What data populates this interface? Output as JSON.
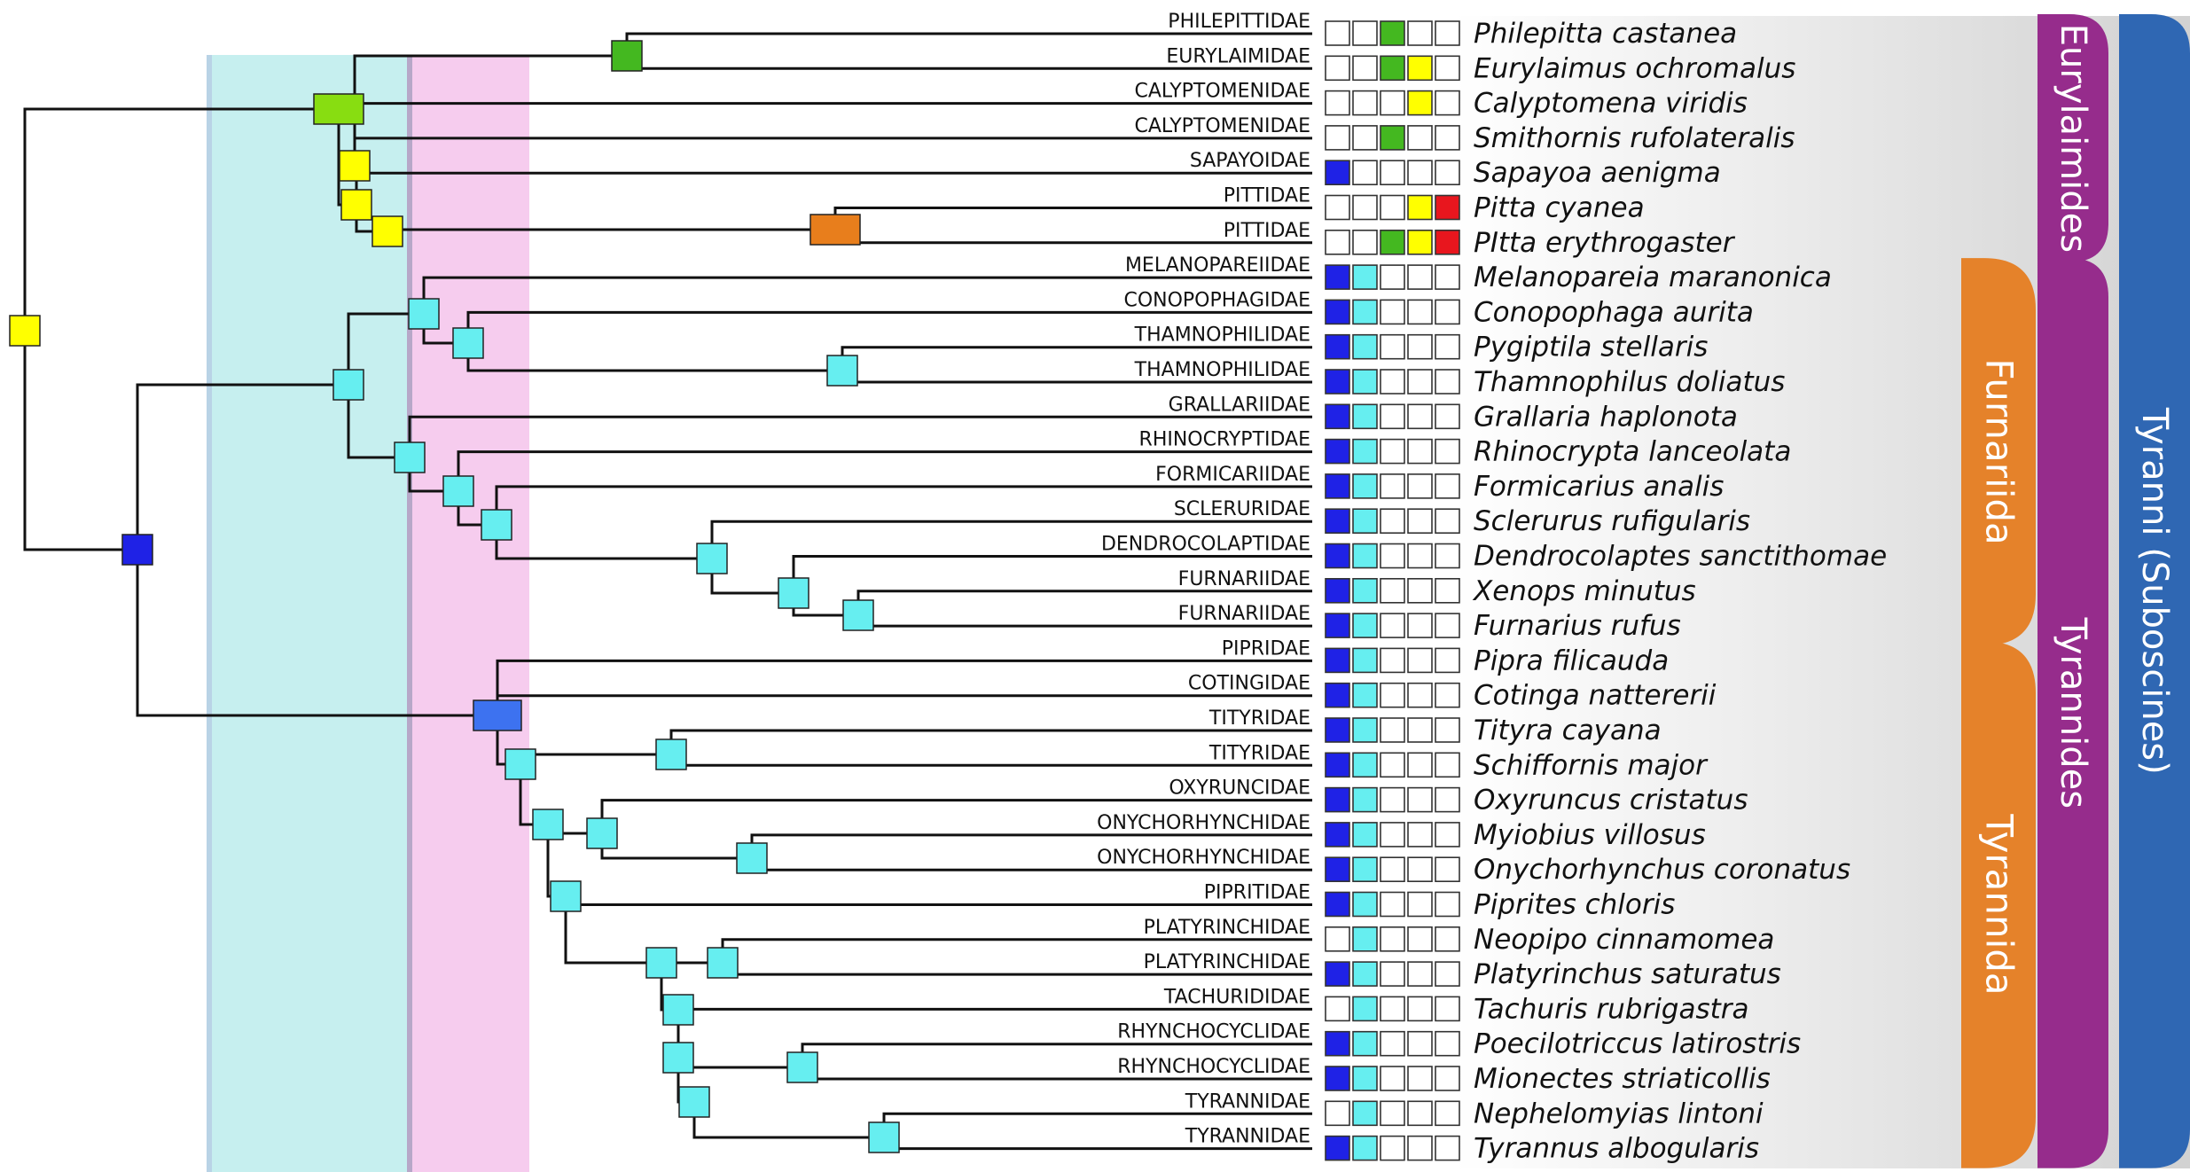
{
  "colors": {
    "yellow": "#ffff00",
    "green": "#44b820",
    "lime": "#88dd11",
    "orange": "#e87e1c",
    "blue": "#1f22e6",
    "medblue": "#3d72f0",
    "cyan": "#66eef0",
    "red": "#e8161e",
    "band_cyan": "#c6efef",
    "band_pink": "#f6ccee",
    "purple": "#962c8c",
    "clade_orange": "#e5822a",
    "dark_blue": "#2f67b3"
  },
  "taxa": [
    {
      "family": "PHILEPITTIDAE",
      "species": "Philepitta castanea",
      "states": [
        "",
        "",
        "green",
        "",
        ""
      ]
    },
    {
      "family": "EURYLAIMIDAE",
      "species": "Eurylaimus ochromalus",
      "states": [
        "",
        "",
        "green",
        "yellow",
        ""
      ]
    },
    {
      "family": "CALYPTOMENIDAE",
      "species": "Calyptomena viridis",
      "states": [
        "",
        "",
        "",
        "yellow",
        ""
      ]
    },
    {
      "family": "CALYPTOMENIDAE",
      "species": "Smithornis rufolateralis",
      "states": [
        "",
        "",
        "green",
        "",
        ""
      ]
    },
    {
      "family": "SAPAYOIDAE",
      "species": "Sapayoa aenigma",
      "states": [
        "blue",
        "",
        "",
        "",
        ""
      ]
    },
    {
      "family": "PITTIDAE",
      "species": "Pitta cyanea",
      "states": [
        "",
        "",
        "",
        "yellow",
        "red"
      ]
    },
    {
      "family": "PITTIDAE",
      "species": "PItta erythrogaster",
      "states": [
        "",
        "",
        "green",
        "yellow",
        "red"
      ]
    },
    {
      "family": "MELANOPAREIIDAE",
      "species": "Melanopareia maranonica",
      "states": [
        "blue",
        "cyan",
        "",
        "",
        ""
      ]
    },
    {
      "family": "CONOPOPHAGIDAE",
      "species": "Conopophaga aurita",
      "states": [
        "blue",
        "cyan",
        "",
        "",
        ""
      ]
    },
    {
      "family": "THAMNOPHILIDAE",
      "species": "Pygiptila stellaris",
      "states": [
        "blue",
        "cyan",
        "",
        "",
        ""
      ]
    },
    {
      "family": "THAMNOPHILIDAE",
      "species": "Thamnophilus doliatus",
      "states": [
        "blue",
        "cyan",
        "",
        "",
        ""
      ]
    },
    {
      "family": "GRALLARIIDAE",
      "species": "Grallaria haplonota",
      "states": [
        "blue",
        "cyan",
        "",
        "",
        ""
      ]
    },
    {
      "family": "RHINOCRYPTIDAE",
      "species": "Rhinocrypta lanceolata",
      "states": [
        "blue",
        "cyan",
        "",
        "",
        ""
      ]
    },
    {
      "family": "FORMICARIIDAE",
      "species": "Formicarius analis",
      "states": [
        "blue",
        "cyan",
        "",
        "",
        ""
      ]
    },
    {
      "family": "SCLERURIDAE",
      "species": "Sclerurus rufigularis",
      "states": [
        "blue",
        "cyan",
        "",
        "",
        ""
      ]
    },
    {
      "family": "DENDROCOLAPTIDAE",
      "species": "Dendrocolaptes sanctithomae",
      "states": [
        "blue",
        "cyan",
        "",
        "",
        ""
      ]
    },
    {
      "family": "FURNARIIDAE",
      "species": "Xenops minutus",
      "states": [
        "blue",
        "cyan",
        "",
        "",
        ""
      ]
    },
    {
      "family": "FURNARIIDAE",
      "species": "Furnarius rufus",
      "states": [
        "blue",
        "cyan",
        "",
        "",
        ""
      ]
    },
    {
      "family": "PIPRIDAE",
      "species": "Pipra filicauda",
      "states": [
        "blue",
        "cyan",
        "",
        "",
        ""
      ]
    },
    {
      "family": "COTINGIDAE",
      "species": "Cotinga nattererii",
      "states": [
        "blue",
        "cyan",
        "",
        "",
        ""
      ]
    },
    {
      "family": "TITYRIDAE",
      "species": "Tityra cayana",
      "states": [
        "blue",
        "cyan",
        "",
        "",
        ""
      ]
    },
    {
      "family": "TITYRIDAE",
      "species": "Schiffornis major",
      "states": [
        "blue",
        "cyan",
        "",
        "",
        ""
      ]
    },
    {
      "family": "OXYRUNCIDAE",
      "species": "Oxyruncus cristatus",
      "states": [
        "blue",
        "cyan",
        "",
        "",
        ""
      ]
    },
    {
      "family": "ONYCHORHYNCHIDAE",
      "species": "Myiobius villosus",
      "states": [
        "blue",
        "cyan",
        "",
        "",
        ""
      ]
    },
    {
      "family": "ONYCHORHYNCHIDAE",
      "species": "Onychorhynchus coronatus",
      "states": [
        "blue",
        "cyan",
        "",
        "",
        ""
      ]
    },
    {
      "family": "PIPRITIDAE",
      "species": "Piprites chloris",
      "states": [
        "blue",
        "cyan",
        "",
        "",
        ""
      ]
    },
    {
      "family": "PLATYRINCHIDAE",
      "species": "Neopipo cinnamomea",
      "states": [
        "",
        "cyan",
        "",
        "",
        ""
      ]
    },
    {
      "family": "PLATYRINCHIDAE",
      "species": "Platyrinchus saturatus",
      "states": [
        "blue",
        "cyan",
        "",
        "",
        ""
      ]
    },
    {
      "family": "TACHURIDIDAE",
      "species": "Tachuris rubrigastra",
      "states": [
        "",
        "cyan",
        "",
        "",
        ""
      ]
    },
    {
      "family": "RHYNCHOCYCLIDAE",
      "species": "Poecilotriccus latirostris",
      "states": [
        "blue",
        "cyan",
        "",
        "",
        ""
      ]
    },
    {
      "family": "RHYNCHOCYCLIDAE",
      "species": "Mionectes striaticollis",
      "states": [
        "blue",
        "cyan",
        "",
        "",
        ""
      ]
    },
    {
      "family": "TYRANNIDAE",
      "species": "Nephelomyias lintoni",
      "states": [
        "",
        "cyan",
        "",
        "",
        ""
      ]
    },
    {
      "family": "TYRANNIDAE",
      "species": "Tyrannus albogularis",
      "states": [
        "blue",
        "cyan",
        "",
        "",
        ""
      ]
    }
  ],
  "clades": [
    {
      "label": "Eurylaimides",
      "first": 0,
      "last": 6,
      "color": "purple",
      "level": 2
    },
    {
      "label": "Furnariida",
      "first": 7,
      "last": 17,
      "color": "clade_orange",
      "level": 1
    },
    {
      "label": "Tyrannida",
      "first": 18,
      "last": 32,
      "color": "clade_orange",
      "level": 1
    },
    {
      "label": "Tyrannides",
      "first": 7,
      "last": 32,
      "color": "purple",
      "level": 2
    },
    {
      "label": "Tyranni (Suboscines)",
      "first": 0,
      "last": 32,
      "color": "dark_blue",
      "level": 3
    }
  ],
  "tree": {
    "edges": [
      [
        "root",
        "A"
      ],
      [
        "root",
        "B"
      ],
      [
        "A",
        "C"
      ],
      [
        "A",
        "D"
      ],
      [
        "C",
        "E"
      ],
      [
        "C",
        2
      ],
      [
        "C",
        3
      ],
      [
        "E",
        0
      ],
      [
        "E",
        1
      ],
      [
        "D",
        "F"
      ],
      [
        "D",
        4
      ],
      [
        "F",
        "G"
      ],
      [
        "G",
        5
      ],
      [
        "G",
        6
      ],
      [
        "B",
        "H"
      ],
      [
        "B",
        "I"
      ],
      [
        "H",
        "J"
      ],
      [
        "H",
        "K"
      ],
      [
        "J",
        7
      ],
      [
        "J",
        "L"
      ],
      [
        "L",
        8
      ],
      [
        "L",
        "M"
      ],
      [
        "M",
        9
      ],
      [
        "M",
        10
      ],
      [
        "K",
        11
      ],
      [
        "K",
        "N"
      ],
      [
        "N",
        12
      ],
      [
        "N",
        "O"
      ],
      [
        "O",
        13
      ],
      [
        "O",
        "P"
      ],
      [
        "P",
        14
      ],
      [
        "P",
        "Q"
      ],
      [
        "Q",
        15
      ],
      [
        "Q",
        "R"
      ],
      [
        "R",
        16
      ],
      [
        "R",
        17
      ],
      [
        "I",
        18
      ],
      [
        "I",
        19
      ],
      [
        "I",
        "S"
      ],
      [
        "S",
        "T"
      ],
      [
        "S",
        "U"
      ],
      [
        "T",
        20
      ],
      [
        "T",
        21
      ],
      [
        "U",
        "V"
      ],
      [
        "U",
        "W"
      ],
      [
        "V",
        22
      ],
      [
        "V",
        "X"
      ],
      [
        "X",
        23
      ],
      [
        "X",
        24
      ],
      [
        "W",
        25
      ],
      [
        "W",
        "Y"
      ],
      [
        "Y",
        "Z"
      ],
      [
        "Y",
        "AA"
      ],
      [
        "Z",
        26
      ],
      [
        "Z",
        27
      ],
      [
        "AA",
        28
      ],
      [
        "AA",
        "AB"
      ],
      [
        "AB",
        "AC"
      ],
      [
        "AB",
        "AD"
      ],
      [
        "AC",
        29
      ],
      [
        "AC",
        30
      ],
      [
        "AD",
        "AE"
      ],
      [
        "AE",
        31
      ],
      [
        "AE",
        32
      ]
    ],
    "nodes": [
      {
        "id": "root",
        "state": "yellow"
      },
      {
        "id": "A",
        "state": "lime"
      },
      {
        "id": "B",
        "state": "blue"
      },
      {
        "id": "C",
        "state": "yellow"
      },
      {
        "id": "D",
        "state": "yellow"
      },
      {
        "id": "E",
        "state": "green"
      },
      {
        "id": "F",
        "state": "yellow"
      },
      {
        "id": "G",
        "state": "orange"
      },
      {
        "id": "H",
        "state": "cyan"
      },
      {
        "id": "I",
        "state": "medblue"
      },
      {
        "id": "J",
        "state": "cyan"
      },
      {
        "id": "K",
        "state": "cyan"
      },
      {
        "id": "L",
        "state": "cyan"
      },
      {
        "id": "M",
        "state": "cyan"
      },
      {
        "id": "N",
        "state": "cyan"
      },
      {
        "id": "O",
        "state": "cyan"
      },
      {
        "id": "P",
        "state": "cyan"
      },
      {
        "id": "Q",
        "state": "cyan"
      },
      {
        "id": "R",
        "state": "cyan"
      },
      {
        "id": "S",
        "state": "cyan"
      },
      {
        "id": "T",
        "state": "cyan"
      },
      {
        "id": "U",
        "state": "cyan"
      },
      {
        "id": "V",
        "state": "cyan"
      },
      {
        "id": "X",
        "state": "cyan"
      },
      {
        "id": "W",
        "state": "cyan"
      },
      {
        "id": "Y",
        "state": "cyan"
      },
      {
        "id": "Z",
        "state": "cyan"
      },
      {
        "id": "AA",
        "state": "cyan"
      },
      {
        "id": "AB",
        "state": "cyan"
      },
      {
        "id": "AC",
        "state": "cyan"
      },
      {
        "id": "AD",
        "state": "cyan"
      },
      {
        "id": "AE",
        "state": "cyan"
      }
    ]
  }
}
